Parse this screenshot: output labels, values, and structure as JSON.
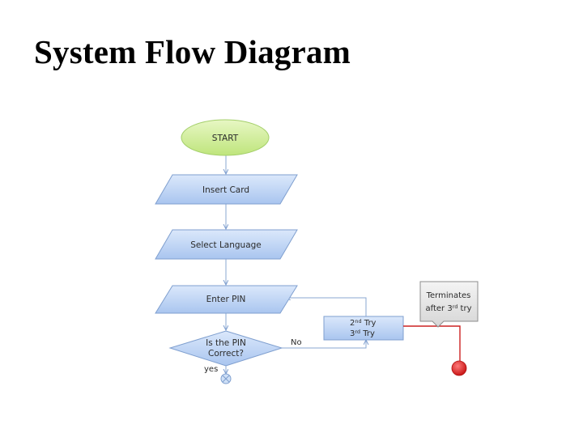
{
  "title": "System Flow Diagram",
  "nodes": {
    "start": "START",
    "insert_card": "Insert Card",
    "select_language": "Select Language",
    "enter_pin": "Enter PIN",
    "decision_line1": "Is the PIN",
    "decision_line2": "Correct?"
  },
  "edges": {
    "no_label": "No",
    "yes_label": "yes"
  },
  "retry_box": {
    "line1_prefix": "2",
    "line1_sup": "nd",
    "line1_suffix": " Try",
    "line2_prefix": "3",
    "line2_sup": "rd",
    "line2_suffix": " Try"
  },
  "callout": {
    "line1": "Terminates",
    "line2_prefix": "after 3",
    "line2_sup": "rd",
    "line2_suffix": " try"
  },
  "colors": {
    "start_fill": "#cfee96",
    "shape_fill": "#bcd4f5",
    "shape_stroke": "#7f9fcf",
    "callout_fill": "#e6e6e6",
    "red_line": "#cc2222",
    "end_dot": "#dd1b1b"
  }
}
